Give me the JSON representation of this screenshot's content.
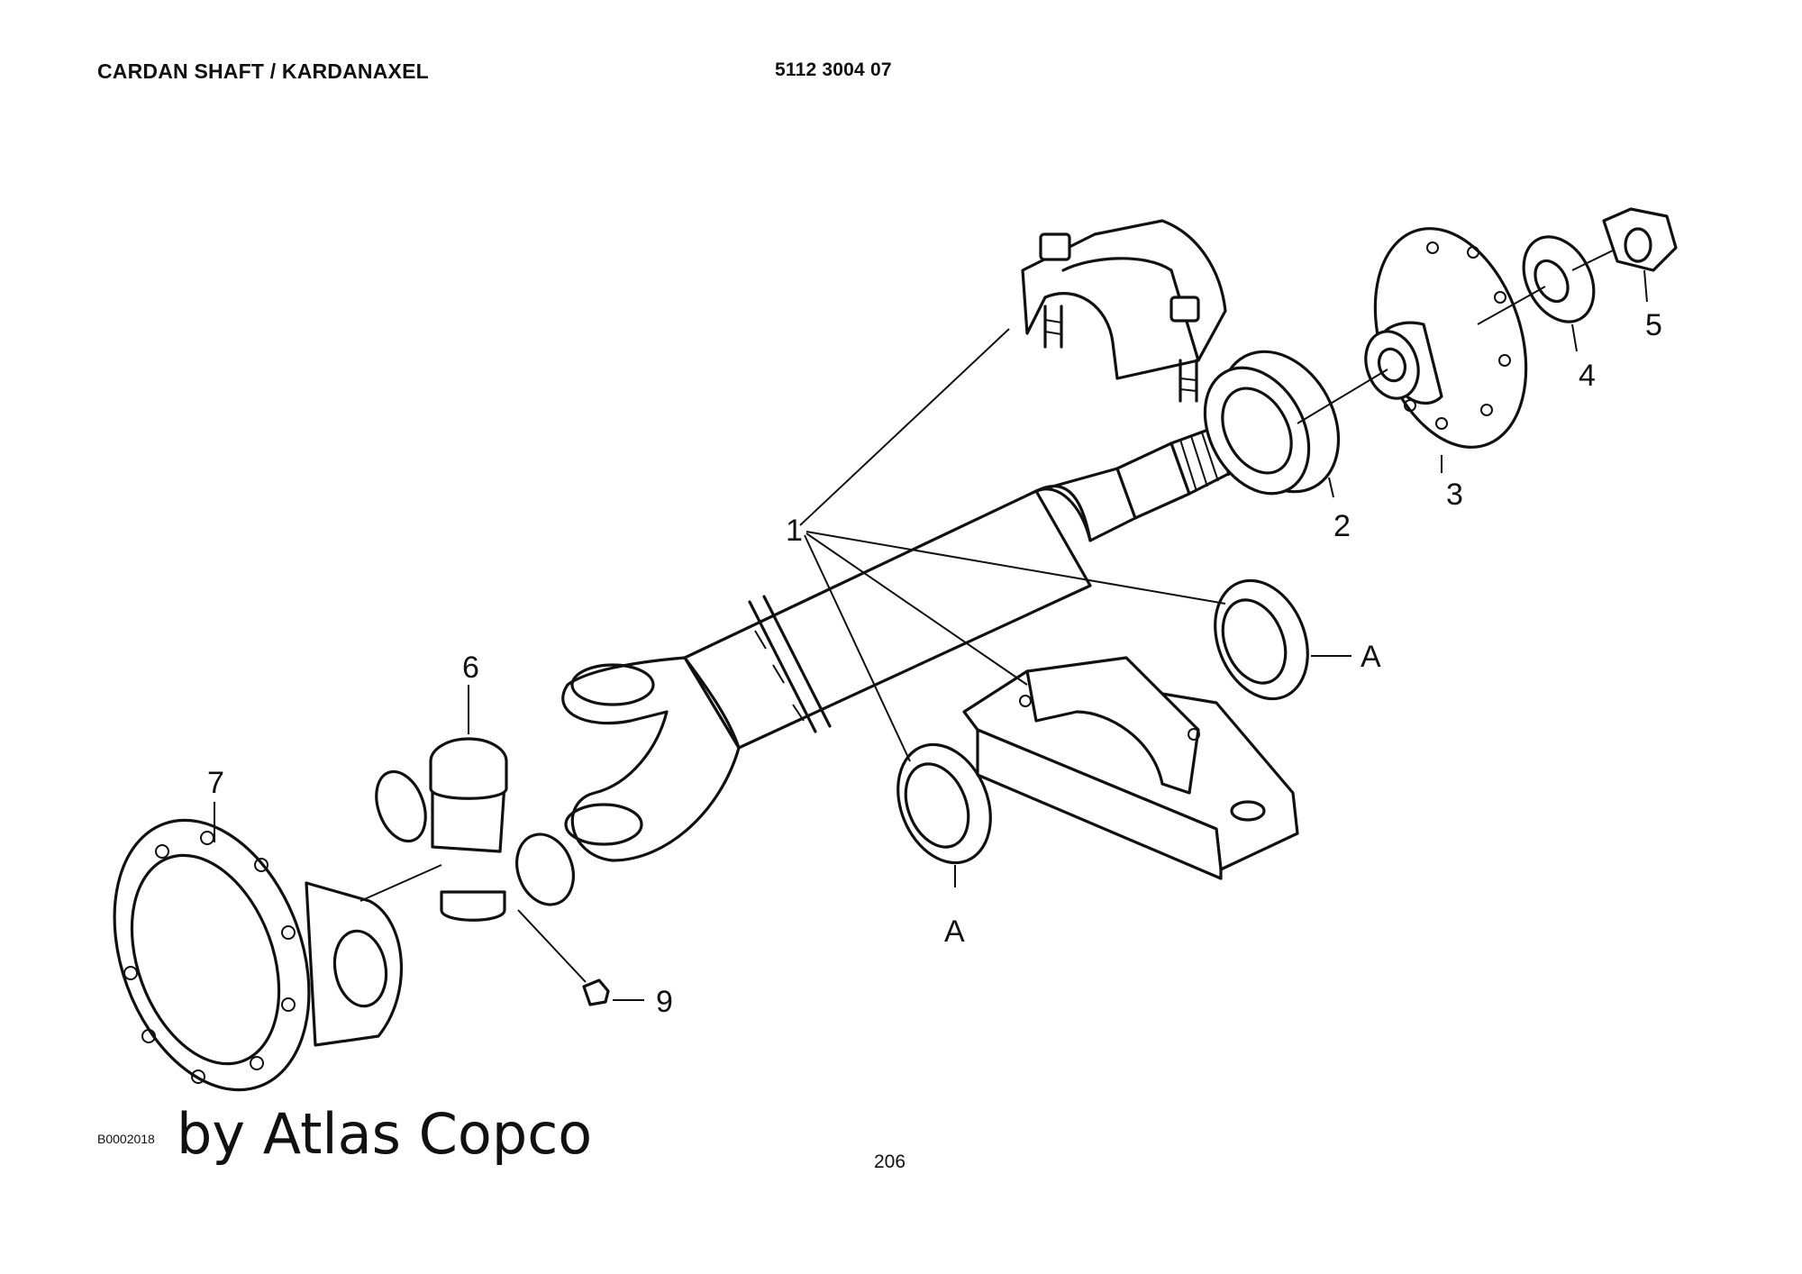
{
  "header": {
    "title": "CARDAN SHAFT / KARDANAXEL",
    "doc_number": "5112 3004 07"
  },
  "footer": {
    "figure_code": "B0002018",
    "brand": "by Atlas Copco",
    "page_number": "206"
  },
  "callouts": {
    "c1": "1",
    "c2": "2",
    "c3": "3",
    "c4": "4",
    "c5": "5",
    "c6": "6",
    "c7": "7",
    "c9": "9",
    "cA1": "A",
    "cA2": "A"
  }
}
